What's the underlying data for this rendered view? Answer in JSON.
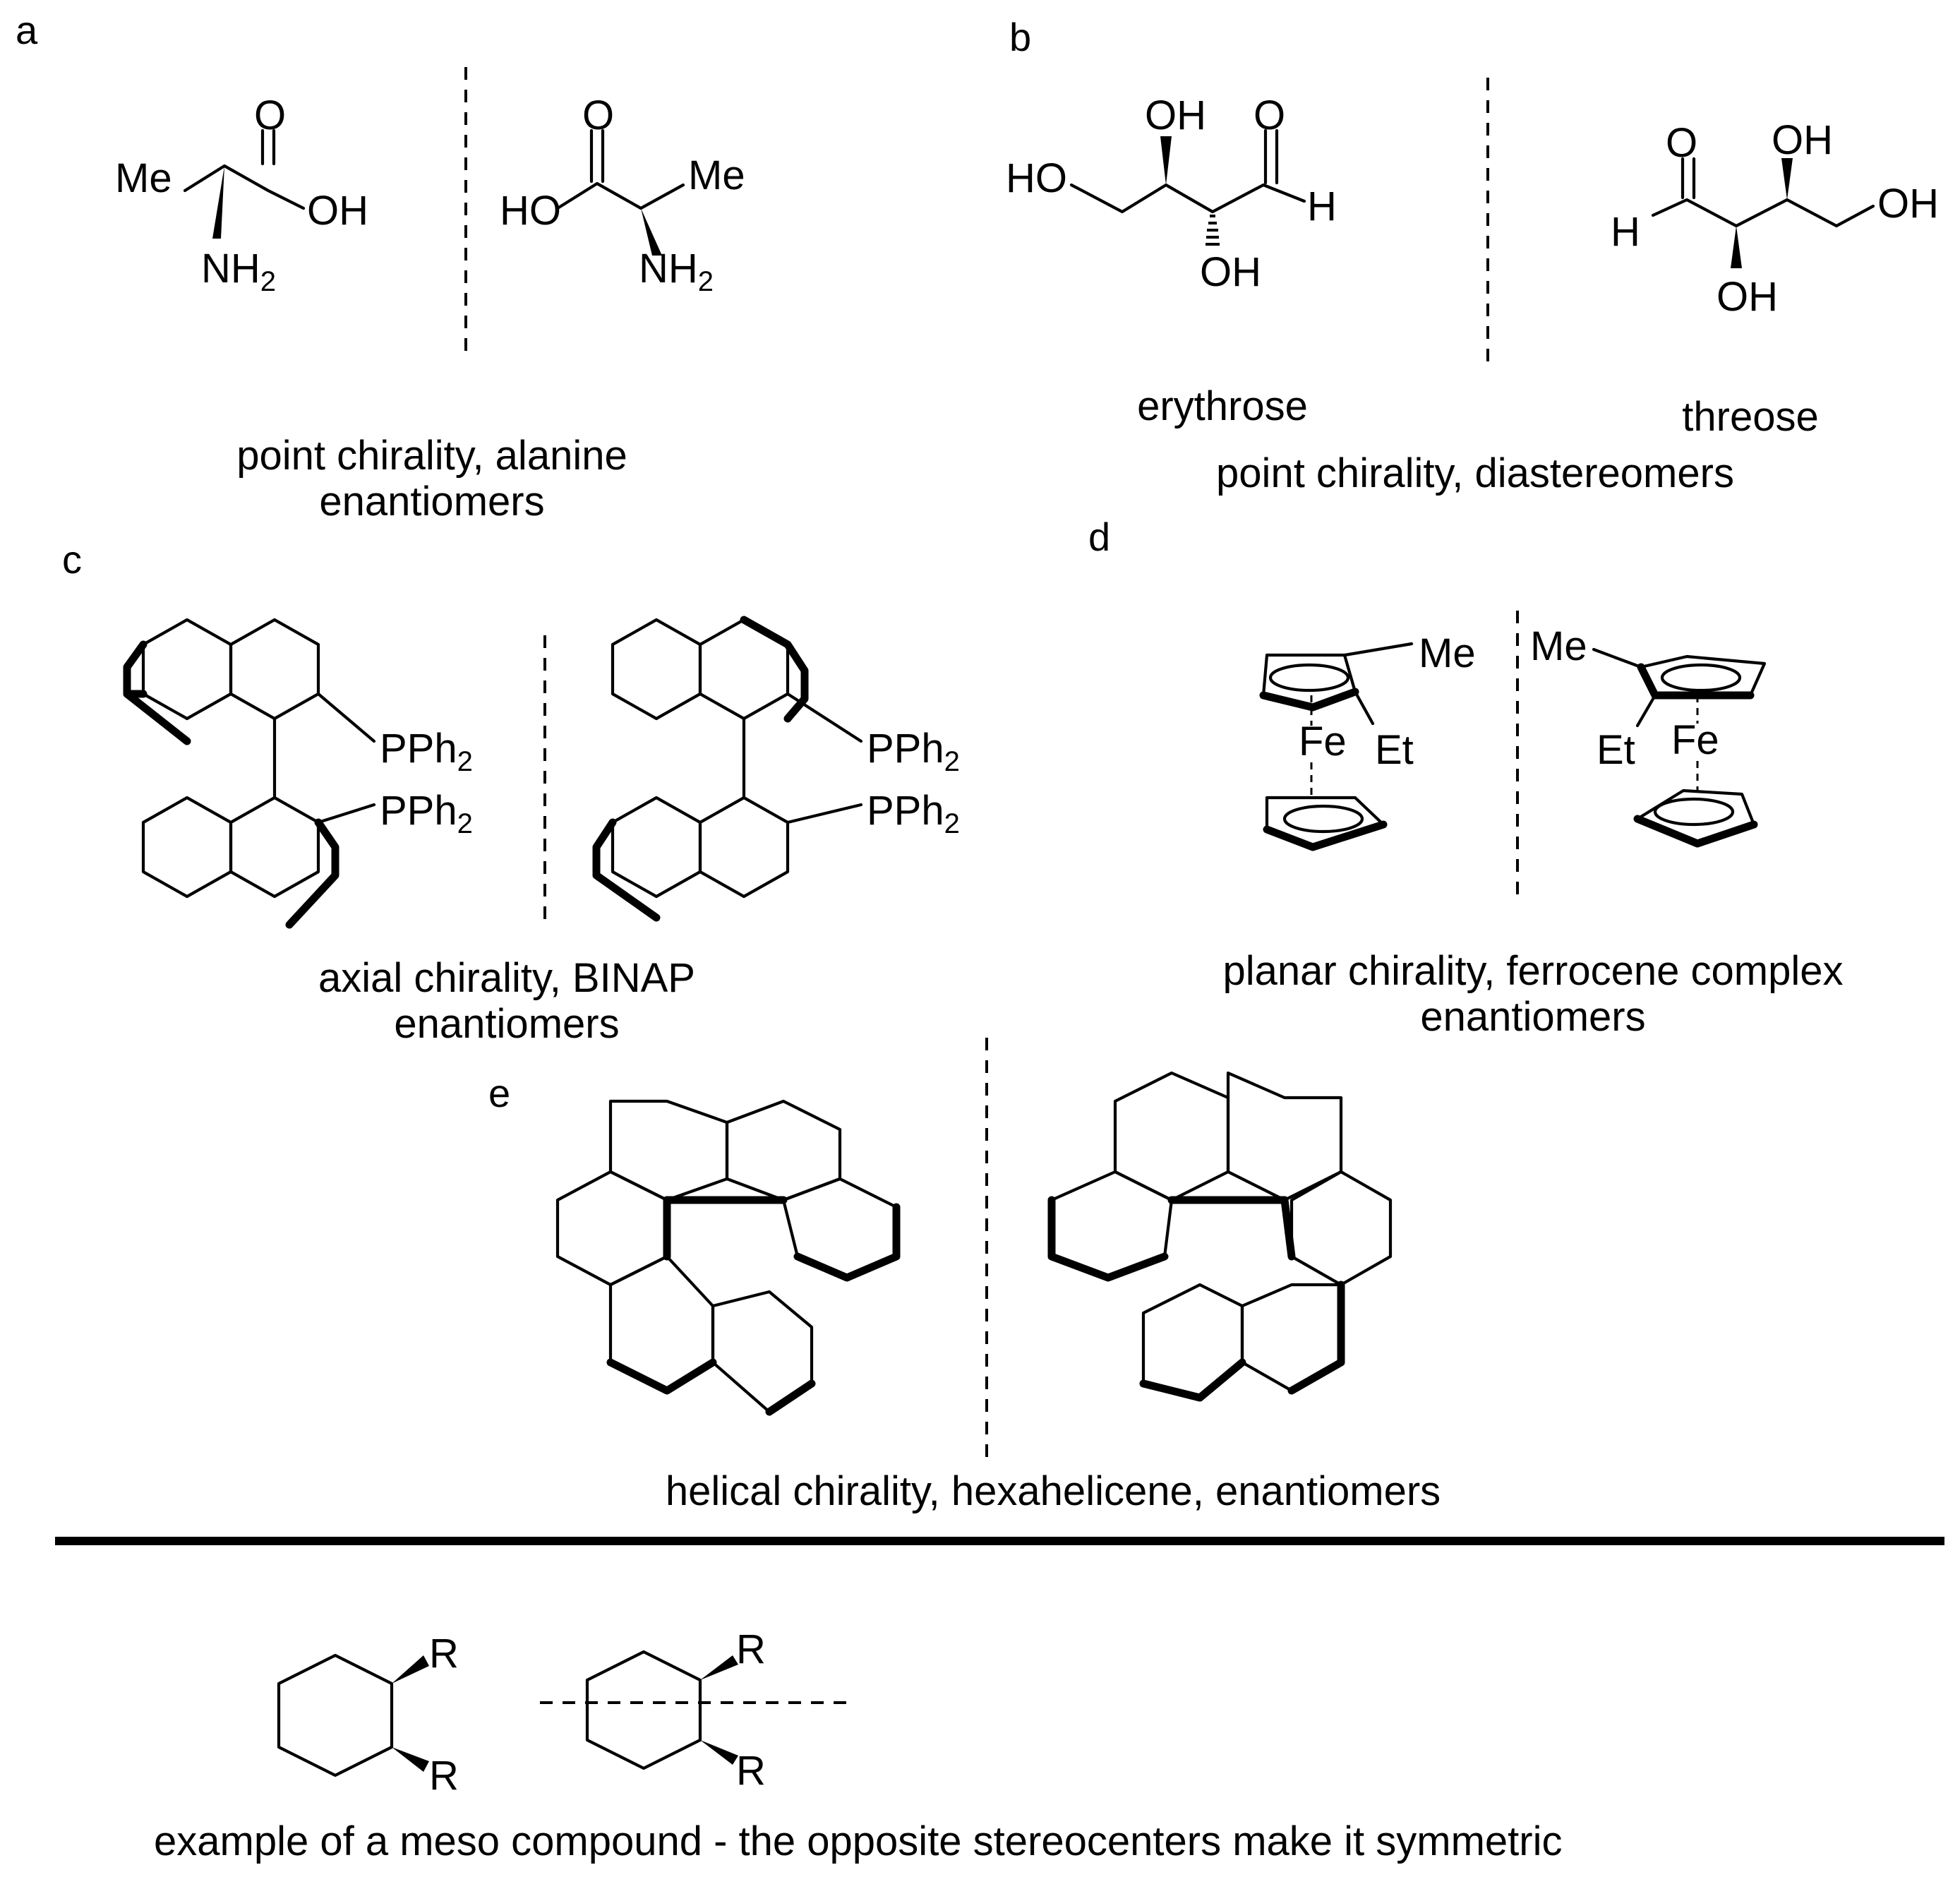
{
  "panels": {
    "a": {
      "letter": "a",
      "caption_line1": "point chirality, alanine",
      "caption_line2": "enantiomers",
      "left": {
        "O": "O",
        "OH": "OH",
        "Me": "Me",
        "NH": "NH",
        "sub": "2"
      },
      "right": {
        "O": "O",
        "HO": "HO",
        "Me": "Me",
        "NH": "NH",
        "sub": "2"
      }
    },
    "b": {
      "letter": "b",
      "name_left": "erythrose",
      "name_right": "threose",
      "caption": "point chirality, diastereomers",
      "left": {
        "HO": "HO",
        "OH_top": "OH",
        "O": "O",
        "H": "H",
        "OH_bottom": "OH"
      },
      "right": {
        "O": "O",
        "OH_top": "OH",
        "OH_end": "OH",
        "H": "H",
        "OH_bottom": "OH"
      }
    },
    "c": {
      "letter": "c",
      "caption_line1": "axial chirality, BINAP",
      "caption_line2": "enantiomers",
      "substituent": "PPh",
      "sub": "2"
    },
    "d": {
      "letter": "d",
      "caption_line1": "planar chirality, ferrocene complex",
      "caption_line2": "enantiomers",
      "Me": "Me",
      "Et": "Et",
      "Fe": "Fe"
    },
    "e": {
      "letter": "e",
      "caption": "helical chirality, hexahelicene, enantiomers"
    }
  },
  "meso": {
    "R": "R",
    "caption": "example of a meso compound - the opposite stereocenters make it symmetric"
  }
}
